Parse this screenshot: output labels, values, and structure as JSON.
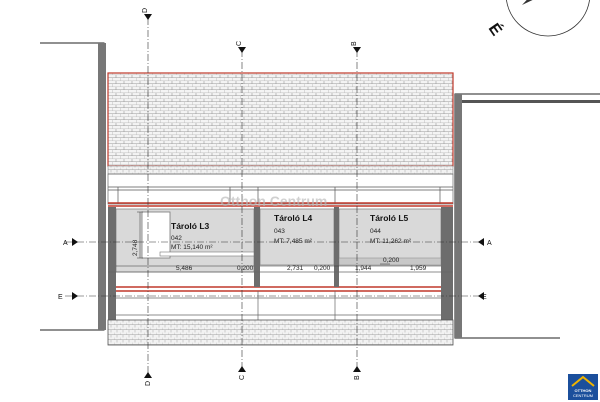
{
  "axes": {
    "vertical": [
      "D",
      "C",
      "B"
    ],
    "horizontal": [
      "A",
      "E"
    ]
  },
  "rooms": [
    {
      "title": "Tároló L3",
      "number": "042",
      "area": "MT: 15,140 m²"
    },
    {
      "title": "Tároló L4",
      "number": "043",
      "area": "MT: 7,485 m²"
    },
    {
      "title": "Tároló L5",
      "number": "044",
      "area": "MT: 11,262 m²"
    }
  ],
  "dimensions": {
    "vertical_l3": "2,748",
    "row": [
      "5,486",
      "0,200",
      "2,731",
      "0,200",
      "1,944",
      "1,959"
    ],
    "l5_small": "0,200"
  },
  "watermark": "Otthon Centrum",
  "logo": {
    "line1": "OTTHON",
    "line2": "CENTRUM"
  },
  "colors": {
    "wall_red": "#c0392b",
    "room_fill": "#d9d9d9",
    "wall_gray": "#8c8c8c",
    "logo_blue": "#1b4f9c"
  }
}
